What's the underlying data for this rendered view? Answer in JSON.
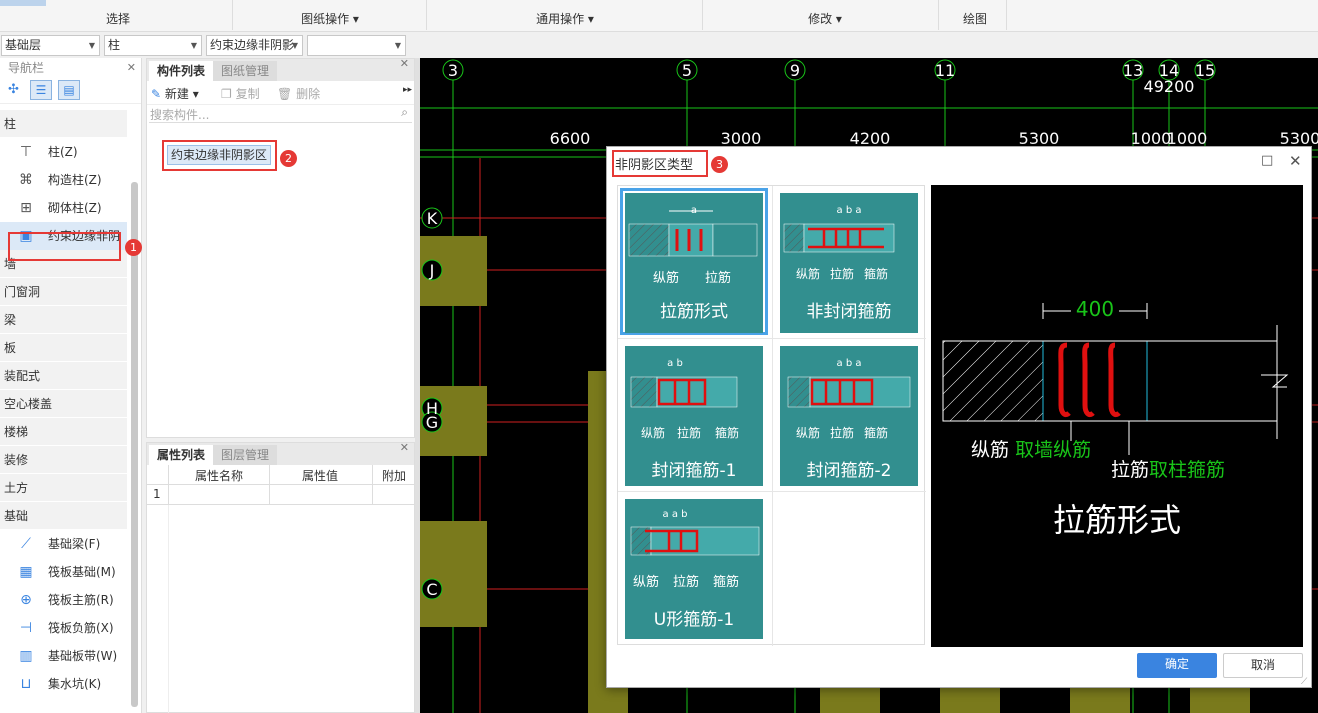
{
  "ribbon": {
    "groups": [
      "选择",
      "图纸操作",
      "通用操作",
      "修改",
      "绘图"
    ]
  },
  "filter": {
    "floor": "基础层",
    "type": "柱",
    "component": "约束边缘非阴影",
    "extra": ""
  },
  "nav": {
    "title": "导航栏",
    "categories_top": [
      "柱"
    ],
    "column_items": [
      "柱(Z)",
      "构造柱(Z)",
      "砌体柱(Z)",
      "约束边缘非阴"
    ],
    "categories_mid": [
      "墙",
      "门窗洞",
      "梁",
      "板",
      "装配式",
      "空心楼盖",
      "楼梯",
      "装修",
      "土方",
      "基础"
    ],
    "foundation_items": [
      "基础梁(F)",
      "筏板基础(M)",
      "筏板主筋(R)",
      "筏板负筋(X)",
      "基础板带(W)",
      "集水坑(K)"
    ]
  },
  "comp": {
    "tabs": [
      "构件列表",
      "图纸管理"
    ],
    "new": "新建",
    "copy": "复制",
    "delete": "删除",
    "search_placeholder": "搜索构件...",
    "items": [
      "约束边缘非阴影区"
    ]
  },
  "prop": {
    "tabs": [
      "属性列表",
      "图层管理"
    ],
    "cols": [
      "属性名称",
      "属性值",
      "附加"
    ],
    "row1": "1"
  },
  "cad": {
    "top_axes": [
      "3",
      "5",
      "9",
      "11",
      "13",
      "14",
      "15"
    ],
    "top_dim": "49200",
    "dims": [
      "6600",
      "3000",
      "4200",
      "5300",
      "1000",
      "1000",
      "5300"
    ],
    "left_axes": [
      "K",
      "J",
      "H",
      "G",
      "C"
    ]
  },
  "dialog": {
    "title": "非阴影区类型",
    "cards": [
      {
        "name": "拉筋形式",
        "dim": "a",
        "labels": [
          "纵筋",
          "拉筋"
        ]
      },
      {
        "name": "非封闭箍筋",
        "dim": "a  b  a",
        "labels": [
          "纵筋",
          "拉筋",
          "箍筋"
        ]
      },
      {
        "name": "封闭箍筋-1",
        "dim": "a  b",
        "labels": [
          "纵筋",
          "拉筋",
          "箍筋"
        ]
      },
      {
        "name": "封闭箍筋-2",
        "dim": "a  b  a",
        "labels": [
          "纵筋",
          "拉筋",
          "箍筋"
        ]
      },
      {
        "name": "U形箍筋-1",
        "dim": "a  a  b",
        "labels": [
          "纵筋",
          "拉筋",
          "箍筋"
        ]
      }
    ],
    "preview": {
      "dim": "400",
      "long": "纵筋",
      "long_note": "取墙纵筋",
      "tie": "拉筋",
      "tie_note": "取柱箍筋",
      "name": "拉筋形式"
    },
    "ok": "确定",
    "cancel": "取消"
  },
  "badges": [
    "1",
    "2",
    "3"
  ],
  "colors": {
    "accent": "#e53935",
    "card": "#328f8f",
    "primary": "#3a84e0",
    "cad_green": "#19c419",
    "cad_pillar": "#7a7a1c"
  }
}
